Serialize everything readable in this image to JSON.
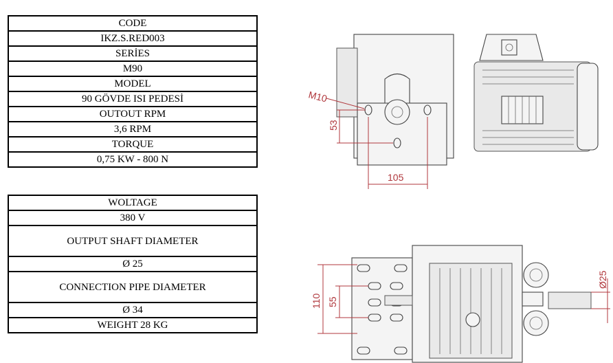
{
  "table1": [
    "CODE",
    "IKZ.S.RED003",
    "SERİES",
    "M90",
    "MODEL",
    "90 GÖVDE ISI PEDESİ",
    "OUTOUT RPM",
    "3,6 RPM",
    "TORQUE",
    "0,75 KW - 800 N"
  ],
  "table2": [
    "WOLTAGE",
    "380 V",
    "OUTPUT SHAFT DIAMETER",
    "Ø 25",
    "CONNECTION PIPE DIAMETER",
    "Ø 34",
    "WEIGHT 28 KG"
  ],
  "drawing_top": {
    "thread_label": "M10",
    "height_dim": "53",
    "width_dim": "105"
  },
  "drawing_bottom": {
    "outer_dim": "110",
    "inner_dim": "55",
    "shaft_dim": "Ø25"
  },
  "colors": {
    "dimension": "#b0373c",
    "outline": "#444444"
  }
}
